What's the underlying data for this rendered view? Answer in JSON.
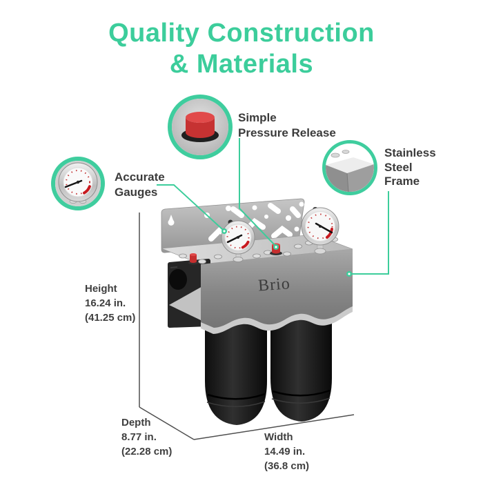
{
  "title": {
    "line1": "Quality Construction",
    "line2": "& Materials"
  },
  "brand": "Brio",
  "callouts": {
    "pressure_release": {
      "label": "Simple\nPressure Release",
      "icon": "red-button-icon"
    },
    "stainless_frame": {
      "label": "Stainless\nSteel\nFrame",
      "icon": "steel-corner-icon"
    },
    "accurate_gauges": {
      "label": "Accurate\nGauges",
      "icon": "pressure-gauge-icon"
    }
  },
  "dimensions": {
    "height": {
      "name": "Height",
      "inches": "16.24 in.",
      "cm": "(41.25 cm)"
    },
    "depth": {
      "name": "Depth",
      "inches": "8.77 in.",
      "cm": "(22.28 cm)"
    },
    "width": {
      "name": "Width",
      "inches": "14.49 in.",
      "cm": "(36.8 cm)"
    }
  },
  "colors": {
    "accent_teal": "#3CCD9B",
    "label_text": "#3B3B3B",
    "button_red": "#D03030",
    "dimension_line": "#4E4E4E",
    "steel_light": "#C9C9C9",
    "steel_dark": "#7E7E7E",
    "housing_black": "#1A1A1A"
  }
}
